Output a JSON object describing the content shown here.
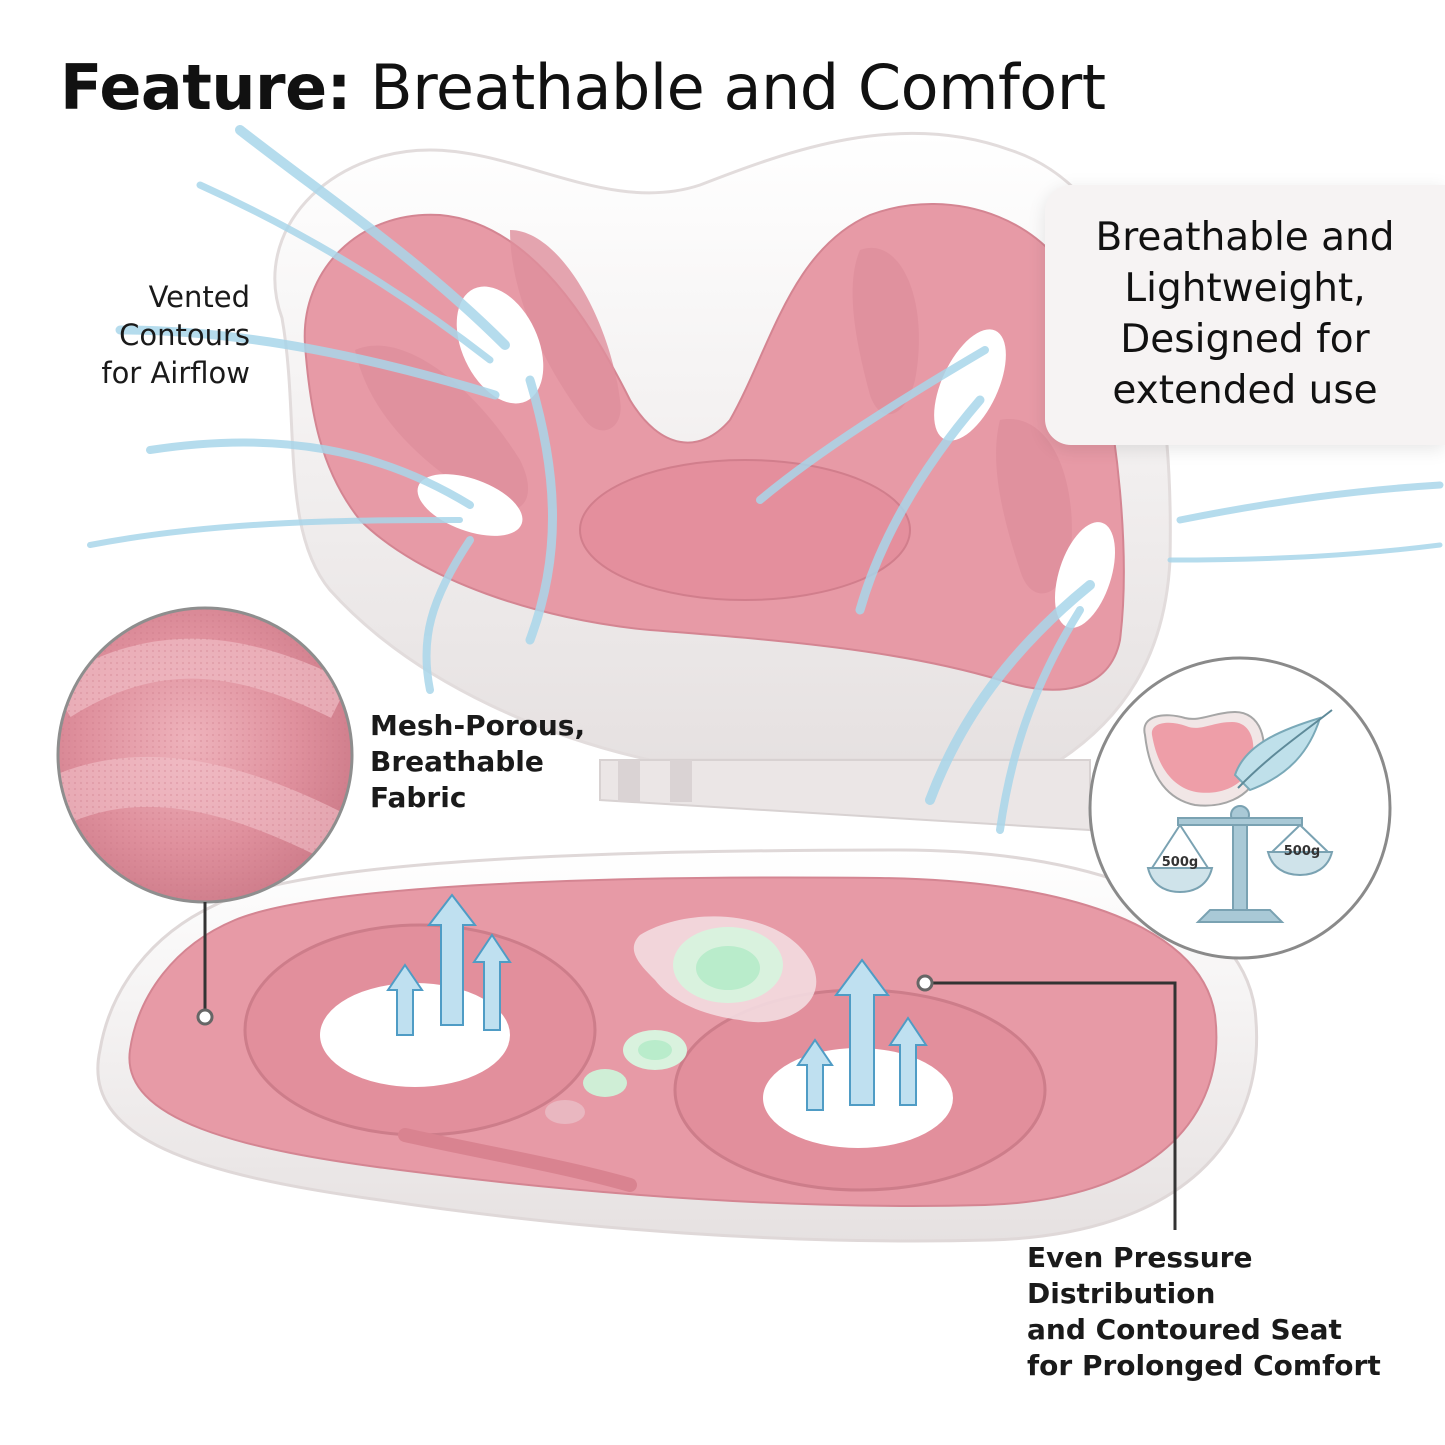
{
  "title": {
    "bold": "Feature:",
    "regular": "Breathable and Comfort"
  },
  "callouts": {
    "vented": [
      "Vented",
      "Contours",
      "for Airflow"
    ],
    "lightweight": [
      "Breathable and",
      "Lightweight,",
      "Designed for",
      "extended use"
    ],
    "mesh": [
      "Mesh-Porous,",
      "Breathable",
      "Fabric"
    ],
    "pressure": [
      "Even Pressure Distribution",
      "and Contoured Seat",
      "for Prolonged Comfort"
    ]
  },
  "scale": {
    "left_weight": "500g",
    "right_weight": "500g"
  },
  "colors": {
    "pink": "#e79aa6",
    "pink_dark": "#d98693",
    "shell": "#f1eeee",
    "airflow": "#a9d6ea",
    "relief": "#b9eccb",
    "scale": "#a9c9d6"
  },
  "icons": [
    "airflow-stream-icon",
    "up-arrow-icon",
    "feather-icon",
    "balance-scale-icon"
  ]
}
